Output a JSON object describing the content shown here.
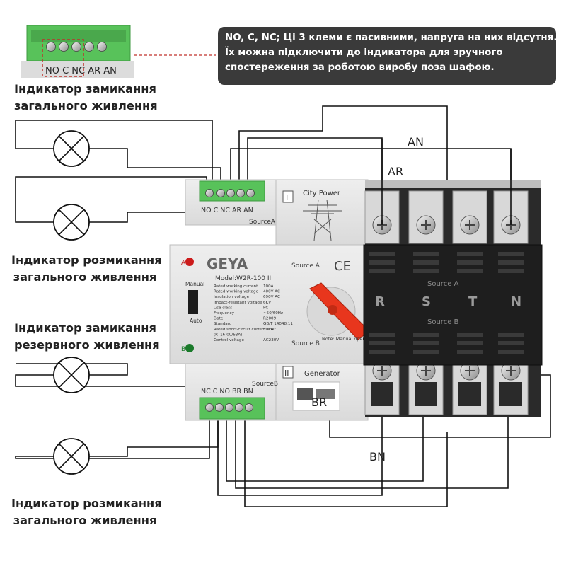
{
  "note": {
    "lines": [
      "NO, C, NC; Ці 3 клеми є пасивними, напруга на них відсутня.",
      "Їх можна підключити до індикатора для зручного",
      "спостереження за роботою виробу поза шафою."
    ]
  },
  "captions": {
    "close_main": [
      "Індикатор замикання",
      "загального живлення"
    ],
    "open_main": [
      "Індикатор розмикання",
      "загального живлення"
    ],
    "close_backup": [
      "Індикатор замикання",
      "резервного живлення"
    ],
    "open_main_2": [
      "Індикатор розмикання",
      "загального живлення"
    ]
  },
  "inset": {
    "terminal_labels": "NO C NC AR AN"
  },
  "wire_labels": {
    "an": "AN",
    "ar": "AR",
    "br": "BR",
    "bn": "BN"
  },
  "device": {
    "top_terminals": "NO C NC AR AN",
    "source_a_label": "SourceA",
    "roman_one": "I",
    "city_power": "City Power",
    "indicator_a": "A",
    "indicator_b": "B",
    "brand": "GEYA",
    "model": "Model:W2R-100 II",
    "source_a_small": "Source A",
    "ce": "CE",
    "manual": "Manual",
    "auto": "Auto",
    "spec_rows": [
      [
        "Rated working current",
        "100A"
      ],
      [
        "Rated working voltage",
        "400V AC"
      ],
      [
        "Insulation voltage",
        "690V AC"
      ],
      [
        "Impact-resistant voltage",
        "6KV"
      ],
      [
        "Use class",
        "PC"
      ],
      [
        "Frequency",
        "~50/60Hz"
      ],
      [
        "Date",
        "R2009"
      ],
      [
        "Standard",
        "GB/T 14048.11"
      ],
      [
        "Rated short-circuit current limit",
        "50KA"
      ],
      [
        "(RT16-00/63A)",
        ""
      ],
      [
        "Control voltage",
        "AC230V"
      ]
    ],
    "note_small": "Note: Manual operation must be at the \"Manual\" position",
    "source_b_small": "Source B",
    "roman_two": "II",
    "generator": "Generator",
    "bottom_terminals": "NC C NO BR BN",
    "source_b_label": "SourceB",
    "phase_labels": [
      "R",
      "S",
      "T",
      "N"
    ],
    "source_a_dark": "Source A",
    "source_b_dark": "Source B"
  },
  "colors": {
    "note_bg": "#3a3a3a",
    "terminal_green": "#58c25a",
    "device_body": "#e4e4e4",
    "dark_block": "#1e1e1e",
    "handle_red": "#e8361d",
    "dash_red": "#c0302a",
    "wire": "#111111"
  }
}
